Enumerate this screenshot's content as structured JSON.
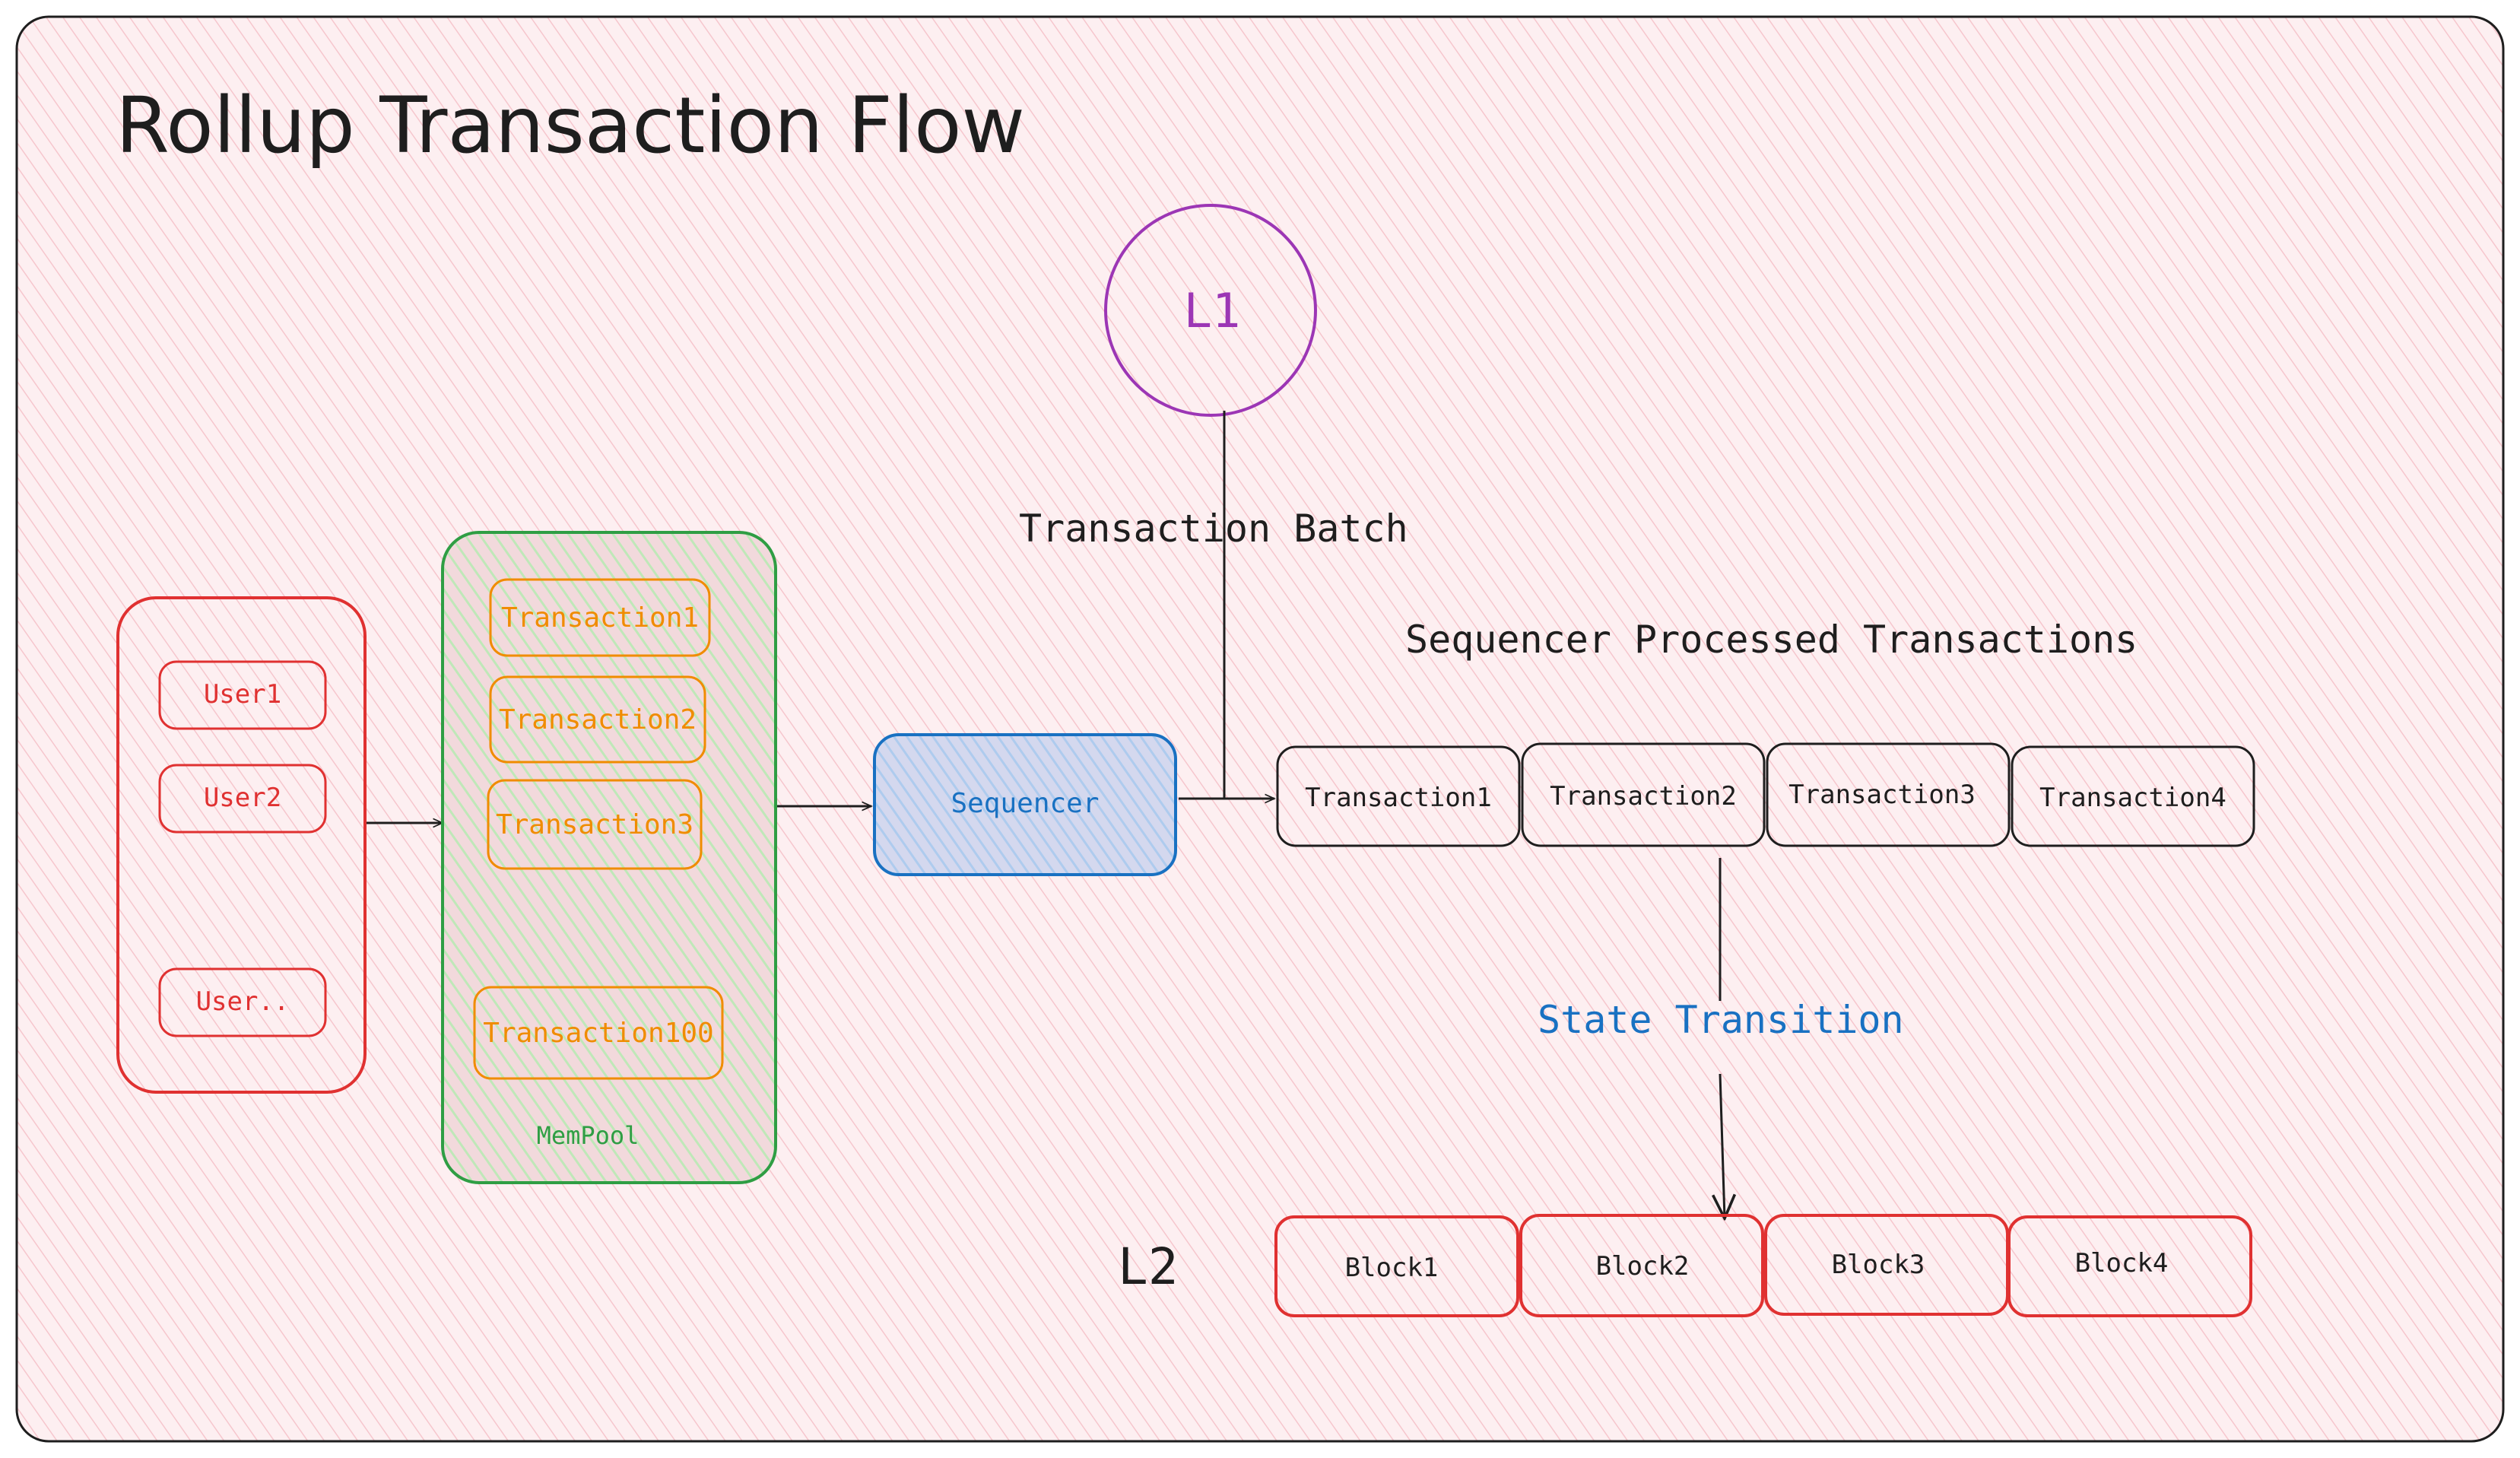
{
  "title": "Rollup Transaction Flow",
  "colors": {
    "background": "#fdeff1",
    "hatch": "#f4b6c0",
    "red": "#e03131",
    "green": "#2f9e44",
    "green_fill": "#c9f0c6",
    "orange": "#f08c00",
    "blue": "#1971c2",
    "blue_fill": "#c7ddf5",
    "purple": "#9c36b5",
    "ink": "#1e1e1e"
  },
  "users": {
    "items": [
      "User1",
      "User2",
      "User.."
    ]
  },
  "mempool": {
    "label": "MemPool",
    "transactions": [
      "Transaction1",
      "Transaction2",
      "Transaction3",
      "Transaction100"
    ]
  },
  "sequencer": {
    "label": "Sequencer"
  },
  "l1": {
    "label": "L1"
  },
  "batch_label": "Transaction Batch",
  "processed": {
    "heading": "Sequencer Processed Transactions",
    "transactions": [
      "Transaction1",
      "Transaction2",
      "Transaction3",
      "Transaction4"
    ]
  },
  "state_transition_label": "State Transition",
  "l2": {
    "label": "L2",
    "blocks": [
      "Block1",
      "Block2",
      "Block3",
      "Block4"
    ]
  }
}
